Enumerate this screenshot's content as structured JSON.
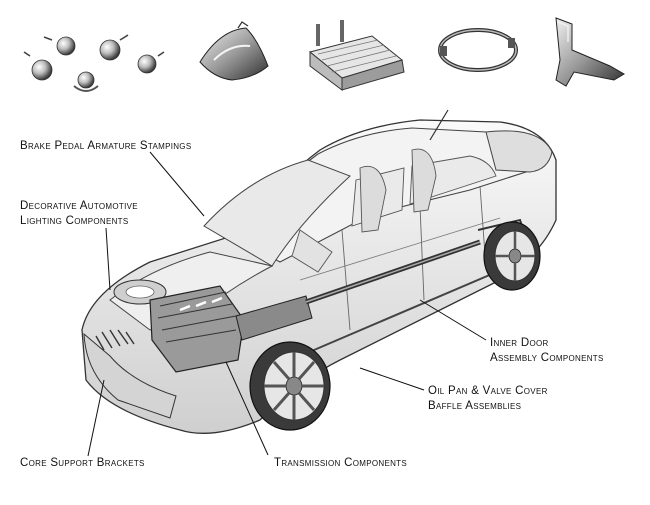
{
  "labels": {
    "brake_pedal": "Brake Pedal Armature Stampings",
    "decorative_line1": "Decorative Automotive",
    "decorative_line2": "Lighting Components",
    "inner_door_line1": "Inner Door",
    "inner_door_line2": "Assembly Components",
    "oil_pan_line1": "Oil Pan & Valve Cover",
    "oil_pan_line2": "Baffle Assemblies",
    "core_support": "Core Support Brackets",
    "transmission": "Transmission Components"
  },
  "parts_row": [
    {
      "name": "lighting-components-cluster"
    },
    {
      "name": "baffle-stamping"
    },
    {
      "name": "oil-pan-baffle-assembly"
    },
    {
      "name": "headlight-ring"
    },
    {
      "name": "pedal-armature-bracket"
    }
  ],
  "colors": {
    "ink": "#111111",
    "metal_light": "#d9d9d9",
    "metal_dark": "#555555"
  }
}
